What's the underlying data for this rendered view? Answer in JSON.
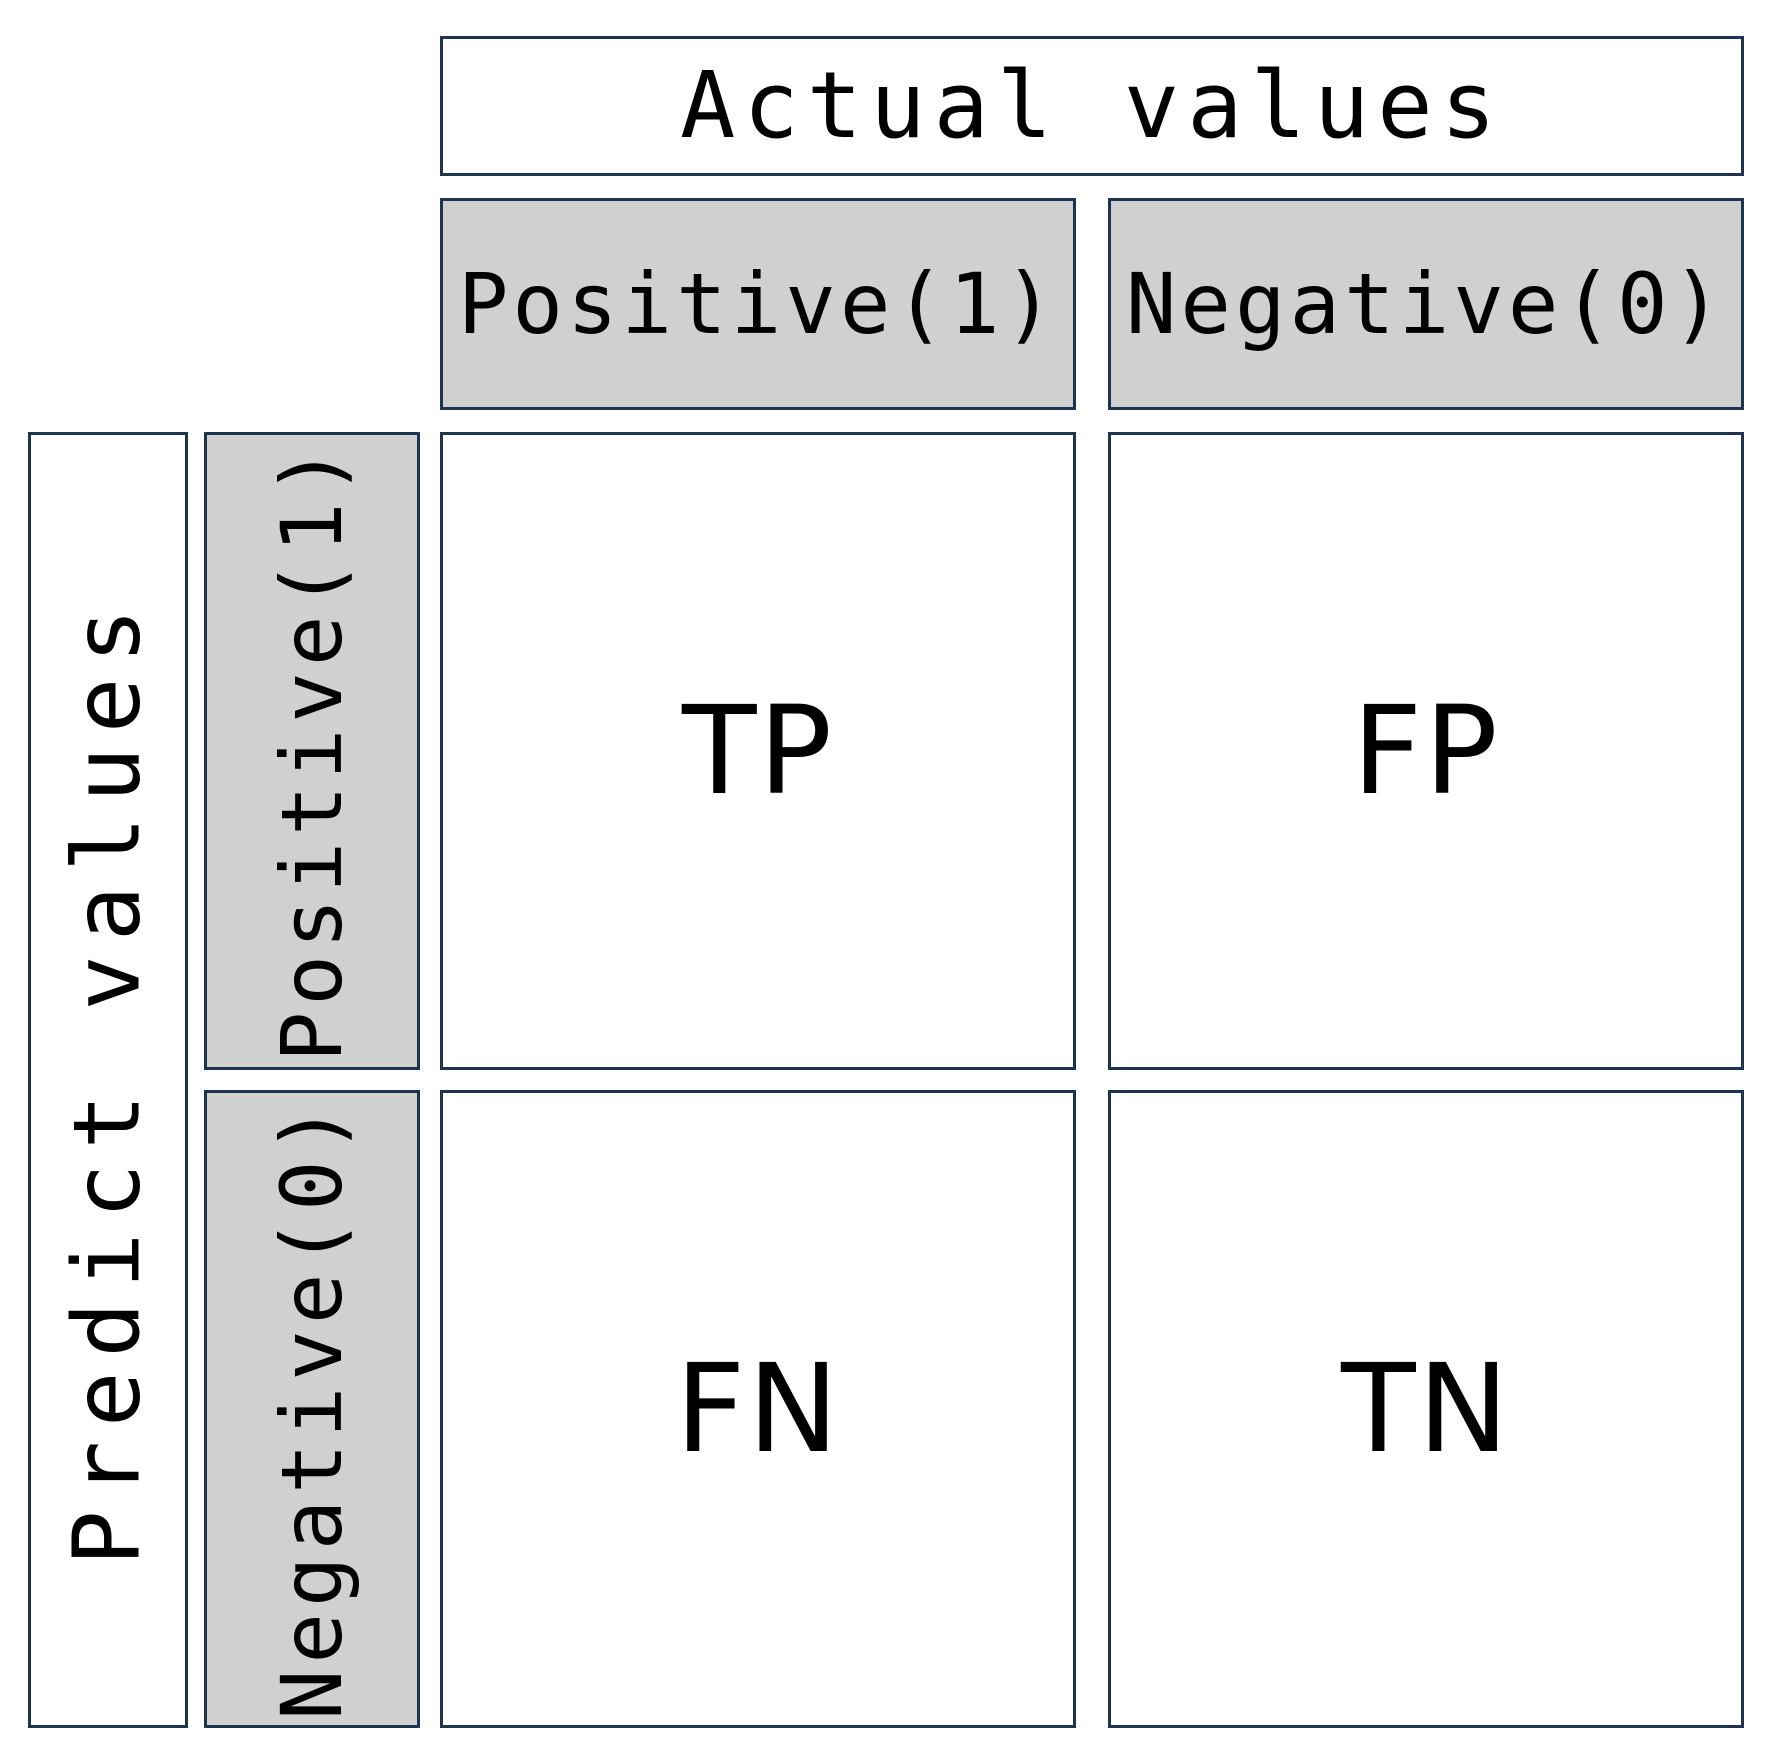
{
  "actual_header": "Actual values",
  "predict_header": "Predict values",
  "columns": [
    {
      "label": "Positive(1)"
    },
    {
      "label": "Negative(0)"
    }
  ],
  "rows": [
    {
      "label": "Positive(1)"
    },
    {
      "label": "Negative(0)"
    }
  ],
  "cells": [
    [
      "TP",
      "FP"
    ],
    [
      "FN",
      "TN"
    ]
  ],
  "colors": {
    "border": "#1f3450",
    "header_fill": "#d0d0d0",
    "cell_fill": "#ffffff",
    "text": "#000000"
  }
}
